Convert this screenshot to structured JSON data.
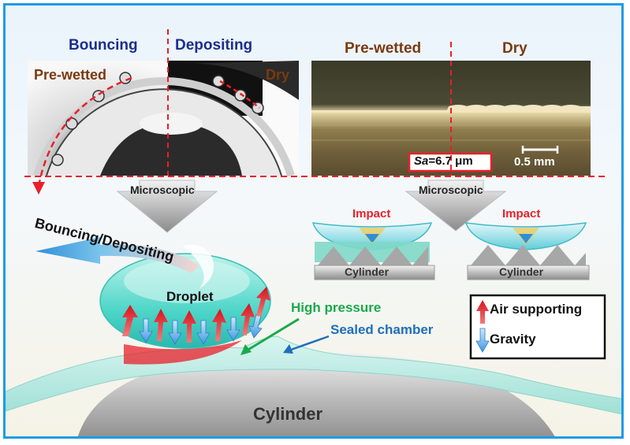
{
  "top_left": {
    "bouncing": "Bouncing",
    "depositing": "Depositing",
    "pre_wetted": "Pre-wetted",
    "dry": "Dry"
  },
  "top_right": {
    "pre_wetted": "Pre-wetted",
    "dry": "Dry",
    "sa_prefix": "Sa",
    "sa_value": "=6.7 μm",
    "scale": "0.5 mm"
  },
  "arrows": {
    "microscopic_left": "Microscopic",
    "microscopic_right": "Microscopic"
  },
  "insets": {
    "impact_left": "Impact",
    "impact_right": "Impact",
    "cylinder_left": "Cylinder",
    "cylinder_right": "Cylinder"
  },
  "main": {
    "bouncing_depositing": "Bouncing/Depositing",
    "droplet": "Droplet",
    "high_pressure": "High pressure",
    "sealed_chamber": "Sealed chamber",
    "cylinder": "Cylinder"
  },
  "legend": {
    "air_supporting": "Air supporting",
    "gravity": "Gravity"
  },
  "colors": {
    "frame": "#1f9be6",
    "red": "#e8202a",
    "green": "#1aaa4a",
    "blue": "#1f6fb8",
    "droplet": "#4ed6c8",
    "teal_surface": "#a8e6dc",
    "orange_label": "#7a3a10",
    "navy_label": "#1c2e8c"
  }
}
